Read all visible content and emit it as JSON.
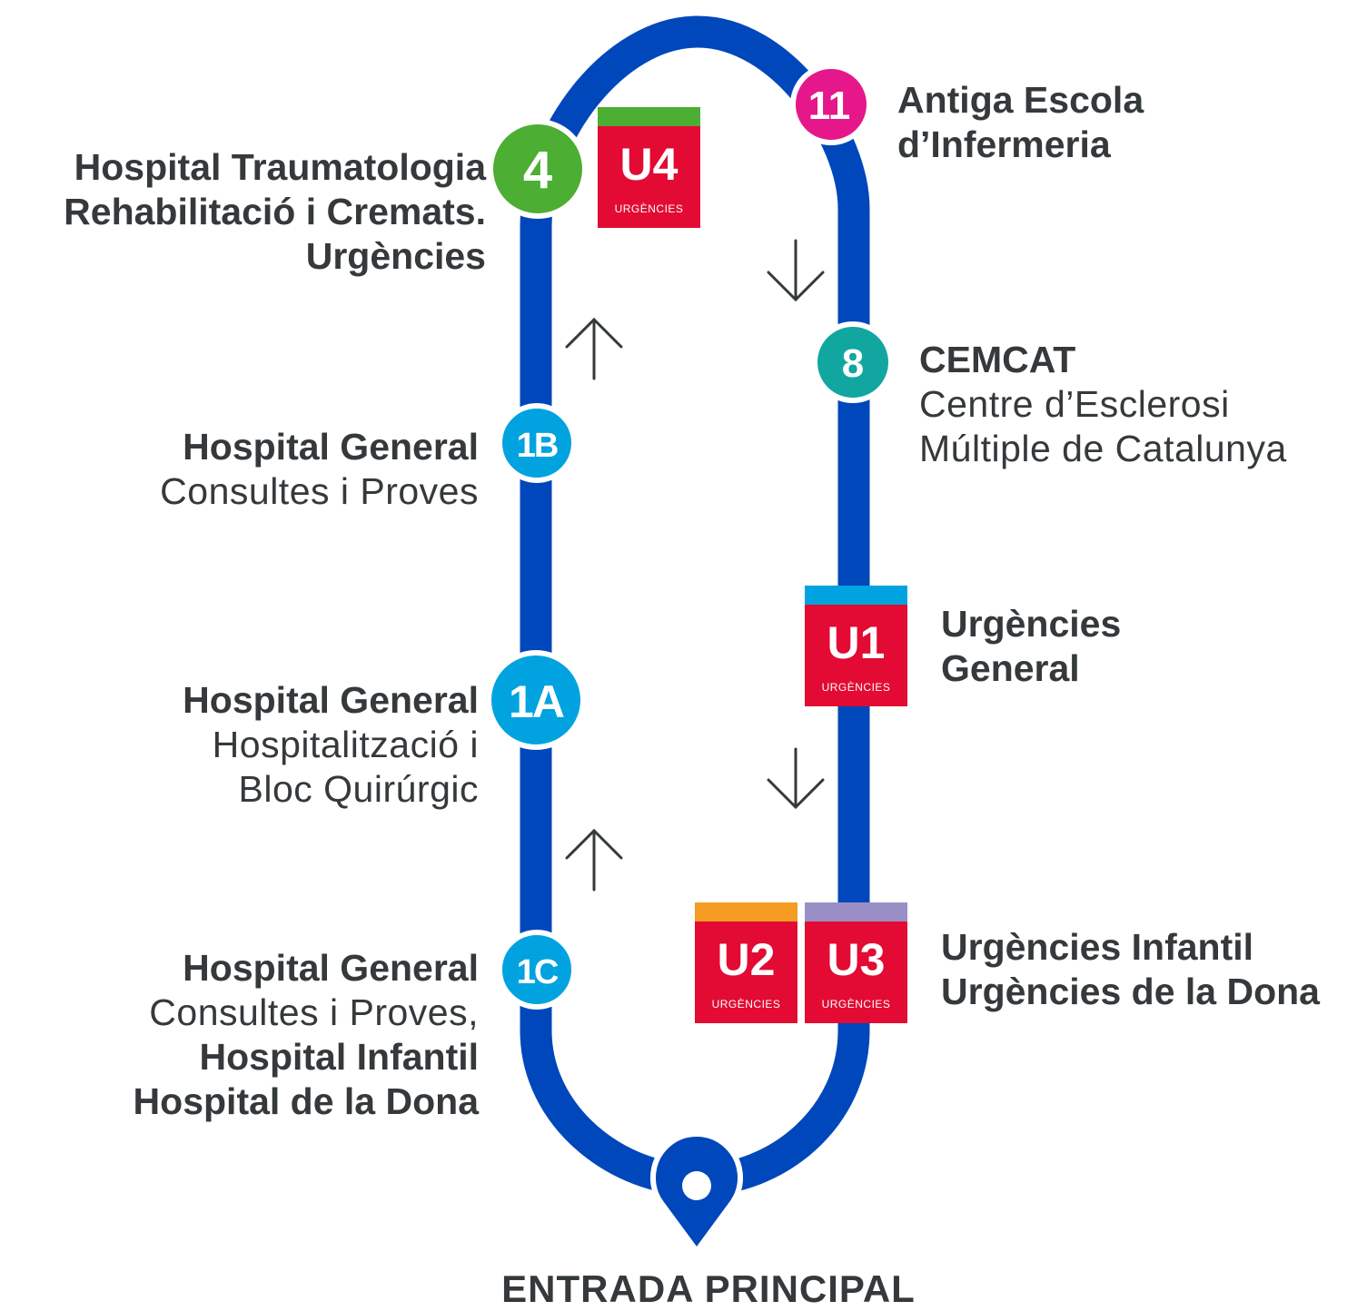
{
  "colors": {
    "route": "#0047bb",
    "stop_4": "#4cae32",
    "stop_11": "#e5178a",
    "stop_8": "#12a6a0",
    "stop_1": "#00a3df",
    "urgencies": "#e30a33",
    "u4_strip": "#4cae32",
    "u1_strip": "#00a3df",
    "u2_strip": "#f59c22",
    "u3_strip": "#9a8fc4",
    "text": "#35393b"
  },
  "stops": {
    "s4": {
      "badge": "4",
      "lines": [
        "Hospital Traumatologia",
        "Rehabilitació i Cremats.",
        "Urgències"
      ]
    },
    "s1b": {
      "badge": "1B",
      "title": "Hospital General",
      "subtitle": "Consultes i Proves"
    },
    "s1a": {
      "badge": "1A",
      "title": "Hospital General",
      "subtitle_1": "Hospitalització i",
      "subtitle_2": "Bloc Quirúrgic"
    },
    "s1c": {
      "badge": "1C",
      "title": "Hospital General",
      "subtitle": "Consultes i Proves,",
      "bold_1": "Hospital Infantil",
      "bold_2": "Hospital de la Dona"
    },
    "s11": {
      "badge": "11",
      "line_1": "Antiga Escola",
      "line_2": "d’Infermeria"
    },
    "s8": {
      "badge": "8",
      "title": "CEMCAT",
      "subtitle_1": "Centre d’Esclerosi",
      "subtitle_2": "Múltiple de Catalunya"
    }
  },
  "urgencies": {
    "u4": {
      "code": "U4",
      "sub": "URGÈNCIES"
    },
    "u1": {
      "code": "U1",
      "sub": "URGÈNCIES",
      "label_1": "Urgències",
      "label_2": "General"
    },
    "u2": {
      "code": "U2",
      "sub": "URGÈNCIES"
    },
    "u3": {
      "code": "U3",
      "sub": "URGÈNCIES"
    },
    "u23_label_1": "Urgències Infantil",
    "u23_label_2": "Urgències de la Dona"
  },
  "icons": [
    "arrow-up-icon",
    "arrow-down-icon",
    "location-pin-icon"
  ],
  "entrance": "ENTRADA PRINCIPAL"
}
